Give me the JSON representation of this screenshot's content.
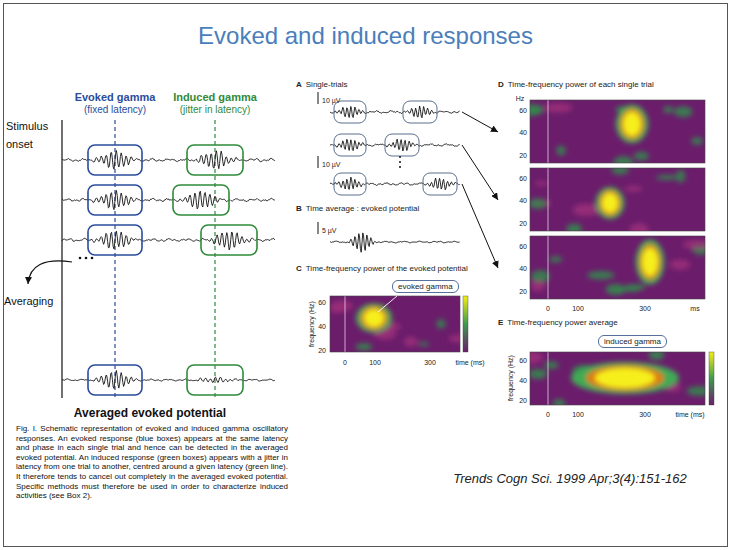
{
  "diagram": {
    "title": "Evoked and induced responses",
    "caption": "Fig. I. Schematic representation of evoked and induced gamma oscillatory responses. An evoked response (blue boxes) appears at the same latency and phase in each single trial and hence can be detected in the averaged evoked potential. An induced response (green boxes) appears with a jitter in latency from one trial to another, centred around a given latency (green line). It therefore tends to cancel out completely in the averaged evoked potential. Specific methods must therefore be used in order to characterize induced activities (see Box 2).",
    "nodes": [
      {
        "text": [
          "A",
          "Single-trials"
        ]
      },
      {
        "text": [
          "B",
          "Time average : evoked potential"
        ]
      },
      {
        "text": [
          "C",
          "Time-frequency power of the evoked potential"
        ]
      },
      {
        "text": [
          "evoked gamma"
        ],
        "in": 2
      },
      {
        "text": [
          "D",
          "Time-frequency power of each single trial"
        ]
      },
      {
        "text": [
          "E",
          "Time-frequency power average"
        ]
      },
      {
        "text": [
          "induced gamma"
        ],
        "in": 5
      }
    ],
    "edges": [
      {
        "from": 0,
        "to": 4,
        "arrow": "to"
      },
      {
        "from": 0,
        "to": 4,
        "arrow": "to"
      },
      {
        "from": 0,
        "to": 4,
        "arrow": "to"
      }
    ],
    "labels": [
      "Evoked gamma",
      "(fixed latency)",
      "Induced gamma",
      "(jitter in latency)",
      "Stimulus onset",
      "Averaging",
      "Averaged evoked potential",
      "10 µV",
      "10 µV",
      "5 µV",
      "frequency (Hz)",
      "60",
      "40",
      "20",
      "0",
      "100",
      "300",
      "time (ms)",
      "Hz",
      "60",
      "40",
      "20",
      "60",
      "40",
      "20",
      "60",
      "40",
      "20",
      "0",
      "100",
      "300",
      "ms",
      "frequency (Hz)",
      "60",
      "40",
      "20",
      "0",
      "100",
      "300",
      "time (ms)",
      "Trends Cogn Sci. 1999 Apr;3(4):151-162"
    ]
  }
}
